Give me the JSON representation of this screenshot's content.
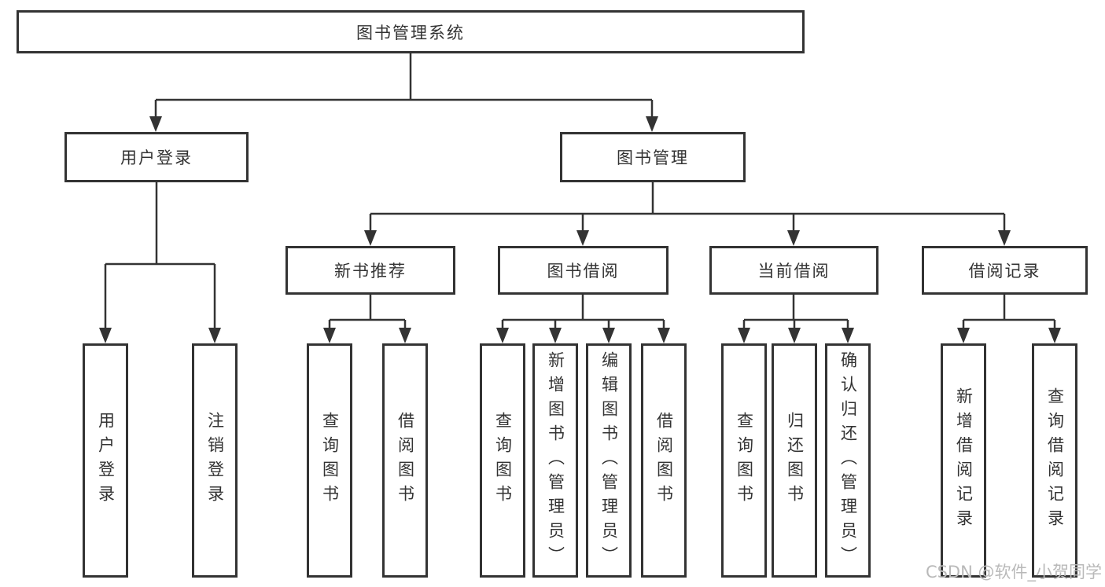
{
  "diagram": {
    "root": {
      "label": "图书管理系统"
    },
    "level2": [
      {
        "label": "用户登录"
      },
      {
        "label": "图书管理"
      }
    ],
    "level3": [
      {
        "label": "新书推荐"
      },
      {
        "label": "图书借阅"
      },
      {
        "label": "当前借阅"
      },
      {
        "label": "借阅记录"
      }
    ],
    "leaves": {
      "user_login": [
        "用户登录",
        "注销登录"
      ],
      "new_book_recommend": [
        "查询图书",
        "借阅图书"
      ],
      "book_borrow": [
        "查询图书",
        "新增图书（管理员）",
        "编辑图书（管理员）",
        "借阅图书"
      ],
      "current_borrow": [
        "查询图书",
        "归还图书",
        "确认归还（管理员）"
      ],
      "borrow_records": [
        "新增借阅记录",
        "查询借阅记录"
      ]
    }
  },
  "watermark": {
    "text": "CSDN @软件_小贺同学"
  },
  "colors": {
    "line": "#333333",
    "background": "#ffffff",
    "text": "#333333",
    "watermark": "#b9b9b9"
  }
}
